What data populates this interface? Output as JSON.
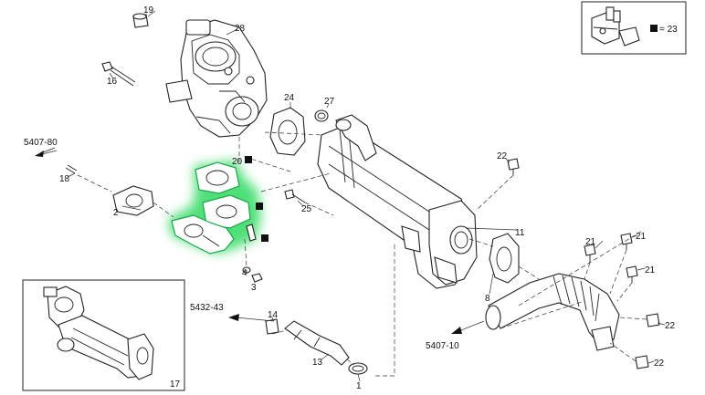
{
  "labels": {
    "p19": "19",
    "p28": "28",
    "p16": "16",
    "p24": "24",
    "p27": "27",
    "p20": "20",
    "p18": "18",
    "p2": "2",
    "p25": "25",
    "p22a": "22",
    "p11": "11",
    "p21a": "21",
    "p21b": "21",
    "p21c": "21",
    "p8": "8",
    "p22b": "22",
    "p22c": "22",
    "p4": "4",
    "p3": "3",
    "p14": "14",
    "p13": "13",
    "p1": "1",
    "p17": "17"
  },
  "references": {
    "ref_left": "5407-80",
    "ref_hose": "5432-43",
    "ref_bottom": "5407-10"
  },
  "legend": {
    "equals_text": "= 23"
  },
  "colors": {
    "highlight": "#3ddc6a",
    "square_marker": "#111111"
  }
}
